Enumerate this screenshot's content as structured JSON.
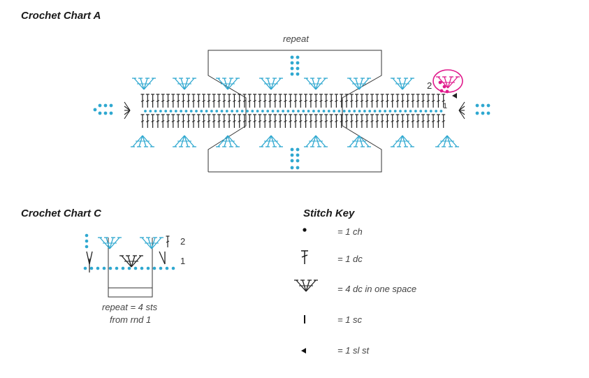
{
  "chart_a": {
    "title": "Crochet Chart A",
    "repeat_label": "repeat",
    "row_markers": [
      "2",
      "1"
    ]
  },
  "chart_c": {
    "title": "Crochet Chart C",
    "row_markers": [
      "2",
      "1"
    ],
    "repeat_note_line1": "repeat = 4 sts",
    "repeat_note_line2": "from rnd 1"
  },
  "stitch_key": {
    "title": "Stitch Key",
    "items": [
      {
        "symbol": "ch",
        "label": "= 1 ch"
      },
      {
        "symbol": "dc",
        "label": "= 1 dc"
      },
      {
        "symbol": "shell",
        "label": "= 4 dc in one space"
      },
      {
        "symbol": "sc",
        "label": "= 1 sc"
      },
      {
        "symbol": "slst",
        "label": "= 1 sl st"
      }
    ]
  },
  "colors": {
    "accent_blue": "#2fa8d0",
    "highlight_magenta": "#e01a8c",
    "ink": "#222222"
  }
}
